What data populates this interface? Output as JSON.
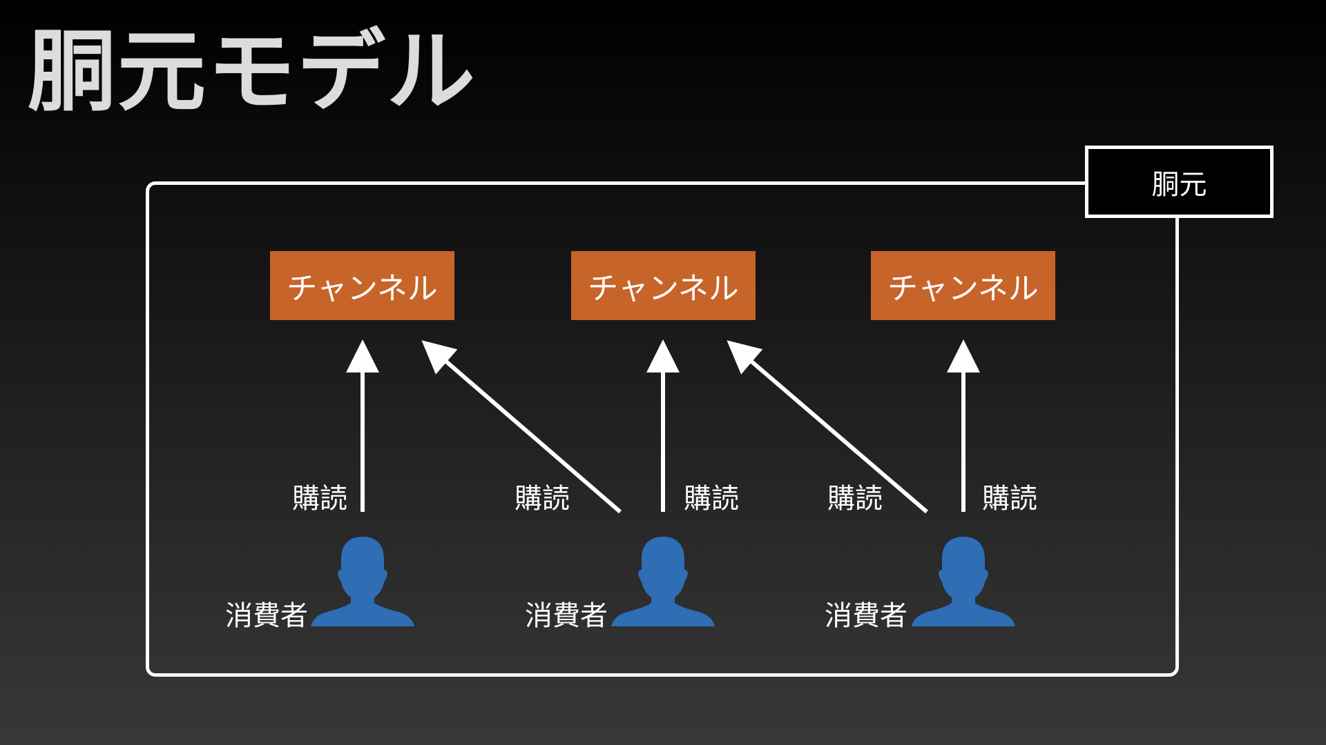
{
  "title": "胴元モデル",
  "organizer_label": "胴元",
  "channels": [
    {
      "label": "チャンネル"
    },
    {
      "label": "チャンネル"
    },
    {
      "label": "チャンネル"
    }
  ],
  "subscriptions": [
    {
      "label": "購読"
    },
    {
      "label": "購読"
    },
    {
      "label": "購読"
    },
    {
      "label": "購読"
    },
    {
      "label": "購読"
    }
  ],
  "consumers": [
    {
      "label": "消費者",
      "icon": "person-icon"
    },
    {
      "label": "消費者",
      "icon": "person-icon"
    },
    {
      "label": "消費者",
      "icon": "person-icon"
    }
  ],
  "colors": {
    "channel_fill": "#c7642a",
    "person_fill": "#2f6db5",
    "line": "#ffffff",
    "title_text": "#dcdcdc"
  }
}
